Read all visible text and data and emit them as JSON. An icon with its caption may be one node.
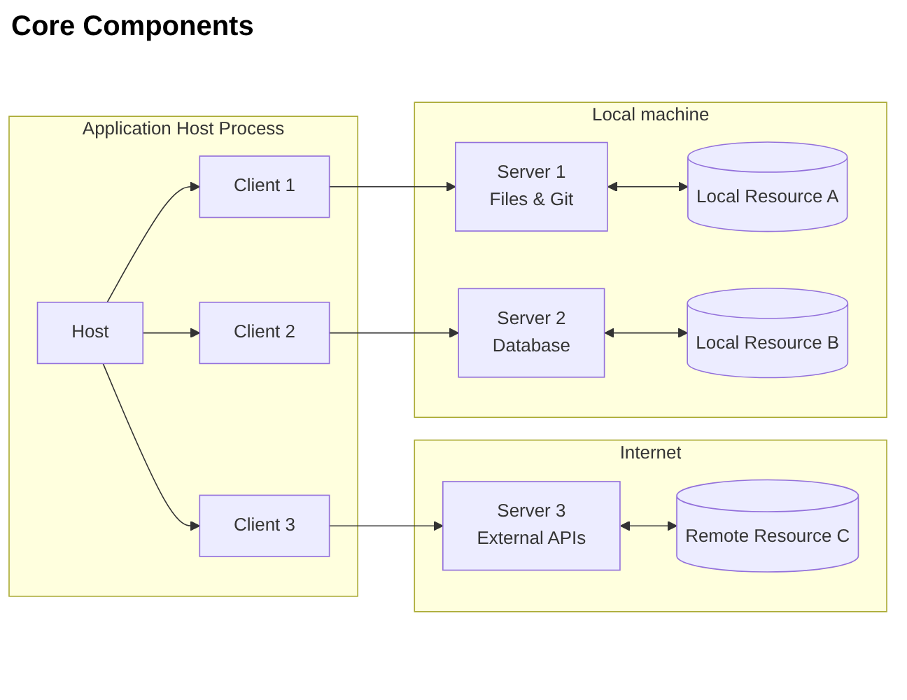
{
  "diagram": {
    "title": "Core Components",
    "nodes": [
      {
        "text": [
          "Application Host Process"
        ]
      },
      {
        "text": [
          "Client 3"
        ],
        "in": 0
      },
      {
        "text": [
          "Host"
        ],
        "in": 0
      },
      {
        "text": [
          "Client 1"
        ],
        "in": 0
      },
      {
        "text": [
          "Client 2"
        ],
        "in": 0
      },
      {
        "text": [
          "Internet"
        ]
      },
      {
        "text": [
          "Server 3",
          "External APIs"
        ],
        "in": 5
      },
      {
        "text": [
          "Remote Resource C"
        ],
        "in": 5
      },
      {
        "text": [
          "Local machine"
        ]
      },
      {
        "text": [
          "Server 1",
          "Files & Git"
        ],
        "in": 8
      },
      {
        "text": [
          "Local Resource A"
        ],
        "in": 8
      },
      {
        "text": [
          "Server 2",
          "Database"
        ],
        "in": 8
      },
      {
        "text": [
          "Local Resource B"
        ],
        "in": 8
      }
    ],
    "edges": [
      {
        "from": 2,
        "to": 1,
        "arrow": "to"
      },
      {
        "from": 2,
        "to": 3,
        "arrow": "to"
      },
      {
        "from": 2,
        "to": 4,
        "arrow": "to"
      },
      {
        "from": 1,
        "to": 6,
        "arrow": "to"
      },
      {
        "from": 3,
        "to": 9,
        "arrow": "to"
      },
      {
        "from": 4,
        "to": 11,
        "arrow": "to"
      },
      {
        "from": 6,
        "to": 7,
        "arrow": "both"
      },
      {
        "from": 9,
        "to": 10,
        "arrow": "both"
      },
      {
        "from": 11,
        "to": 12,
        "arrow": "both"
      }
    ]
  }
}
